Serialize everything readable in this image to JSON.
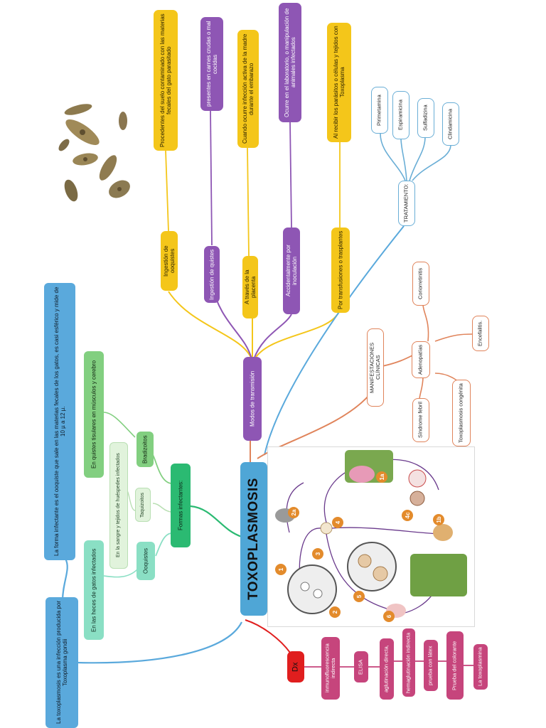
{
  "title": "TOXOPLASMOSIS",
  "colors": {
    "blue": "#5aa9dc",
    "purple": "#8e56b4",
    "yellow": "#f4c61a",
    "green": "#2bba72",
    "orange": "#e0845b",
    "red": "#e01e1e",
    "pink": "#c6457c"
  },
  "definition": {
    "intro": "La toxoplasmosis es una infección producida por Toxoplasma gondii",
    "detail": "La forma infectante es el ooquiste que sale en las materias fecales de los gatos, es casi esférico y mide de 10 µ a 12 µ."
  },
  "formas": {
    "label": "Formas infectantes:",
    "bradizoitos": "Bradizoitos",
    "bradizoitos_desc": "En quistes tisulares en músculos y cerebro",
    "taquizoitos": "Taquizoitos",
    "taquizoitos_desc": "En la sangre y tejidos de huéspedes infectados",
    "ooquistes": "Ooquistes",
    "ooquistes_desc": "En las heces de gatos infectados"
  },
  "transmision": {
    "label": "Modos de transmisión",
    "modes": [
      {
        "label": "Ingestión de ooquistes",
        "desc": "Procedentes del suelo contaminado con las materias fecales del gato parasitado",
        "color": "yellow"
      },
      {
        "label": "Ingestión de quistes",
        "desc": "presentes en carnes crudas o mal cocidas",
        "color": "purple"
      },
      {
        "label": "A través de la placenta",
        "desc": "Cuando ocurre infección activa de la madre durante el embarazo",
        "color": "yellow"
      },
      {
        "label": "Accidentalmente por inoculación",
        "desc": "Ocurre en el laboratorio, o manipulación de animales infectados",
        "color": "purple"
      },
      {
        "label": "Por transfusiones o trasplantes",
        "desc": "Al recibir los parásitos o células y tejidos con Toxoplasma",
        "color": "yellow"
      }
    ]
  },
  "tratamiento": {
    "label": "TRATAMIENTO:",
    "drugs": [
      "Pirimetamina",
      "Espiramicina",
      "Sulfadizina",
      "Clindamicina"
    ]
  },
  "manifestaciones": {
    "label": "MANIFESTACIONES CLÍNICAS",
    "adenopatias": "Adenopatías",
    "coriorretinitis": "Coriorretinitis",
    "encefalitis": "Encefalitis.",
    "sindrome": "Síndrome febril",
    "congenita": "Toxoplasmosis congénita"
  },
  "dx": {
    "label": "Dx",
    "tests": [
      "inmunofluorescencia indirecta",
      "ELISA",
      "aglutinación directa,",
      "hemaglutinación indirecta",
      "prueba con látex",
      "Prueba del colorante",
      "La toxoplasmina"
    ]
  },
  "lifecycle": {
    "markers": [
      "1",
      "2",
      "3",
      "4",
      "5",
      "6",
      "1a",
      "1b",
      "2a",
      "4c"
    ]
  }
}
